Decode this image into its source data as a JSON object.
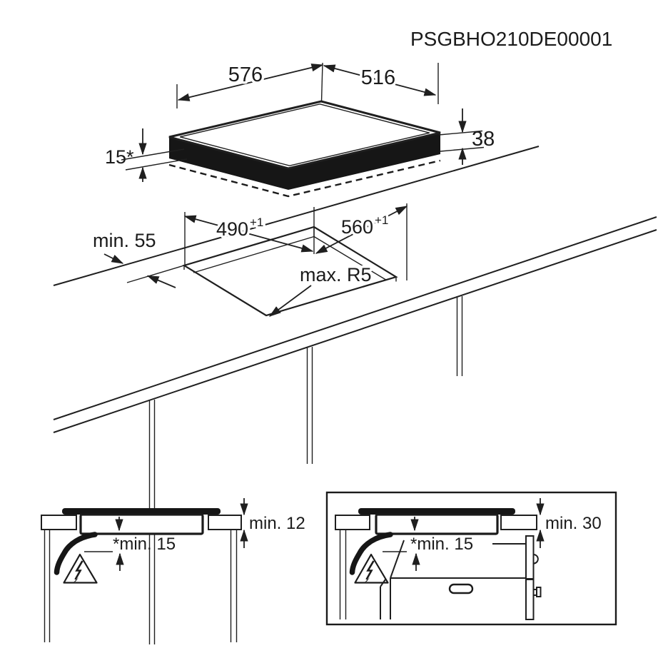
{
  "product_code": "PSGBHO210DE00001",
  "colors": {
    "line": "#1f1f1f",
    "background": "#ffffff"
  },
  "hob_view": {
    "width_mm": "576",
    "depth_mm": "516",
    "height_mm": "38",
    "rim_height_mm": "15*"
  },
  "cutout_view": {
    "cut_depth_mm": "490",
    "cut_depth_tolerance": "+1",
    "cut_width_mm": "560",
    "cut_width_tolerance": "+1",
    "corner_radius": "max. R5",
    "edge_clearance": "min. 55"
  },
  "worktop_section": {
    "worktop_thickness": "min. 12",
    "ventilation_clearance": "*min. 15"
  },
  "oven_section": {
    "top_clearance": "min. 30",
    "ventilation_clearance": "*min. 15"
  }
}
